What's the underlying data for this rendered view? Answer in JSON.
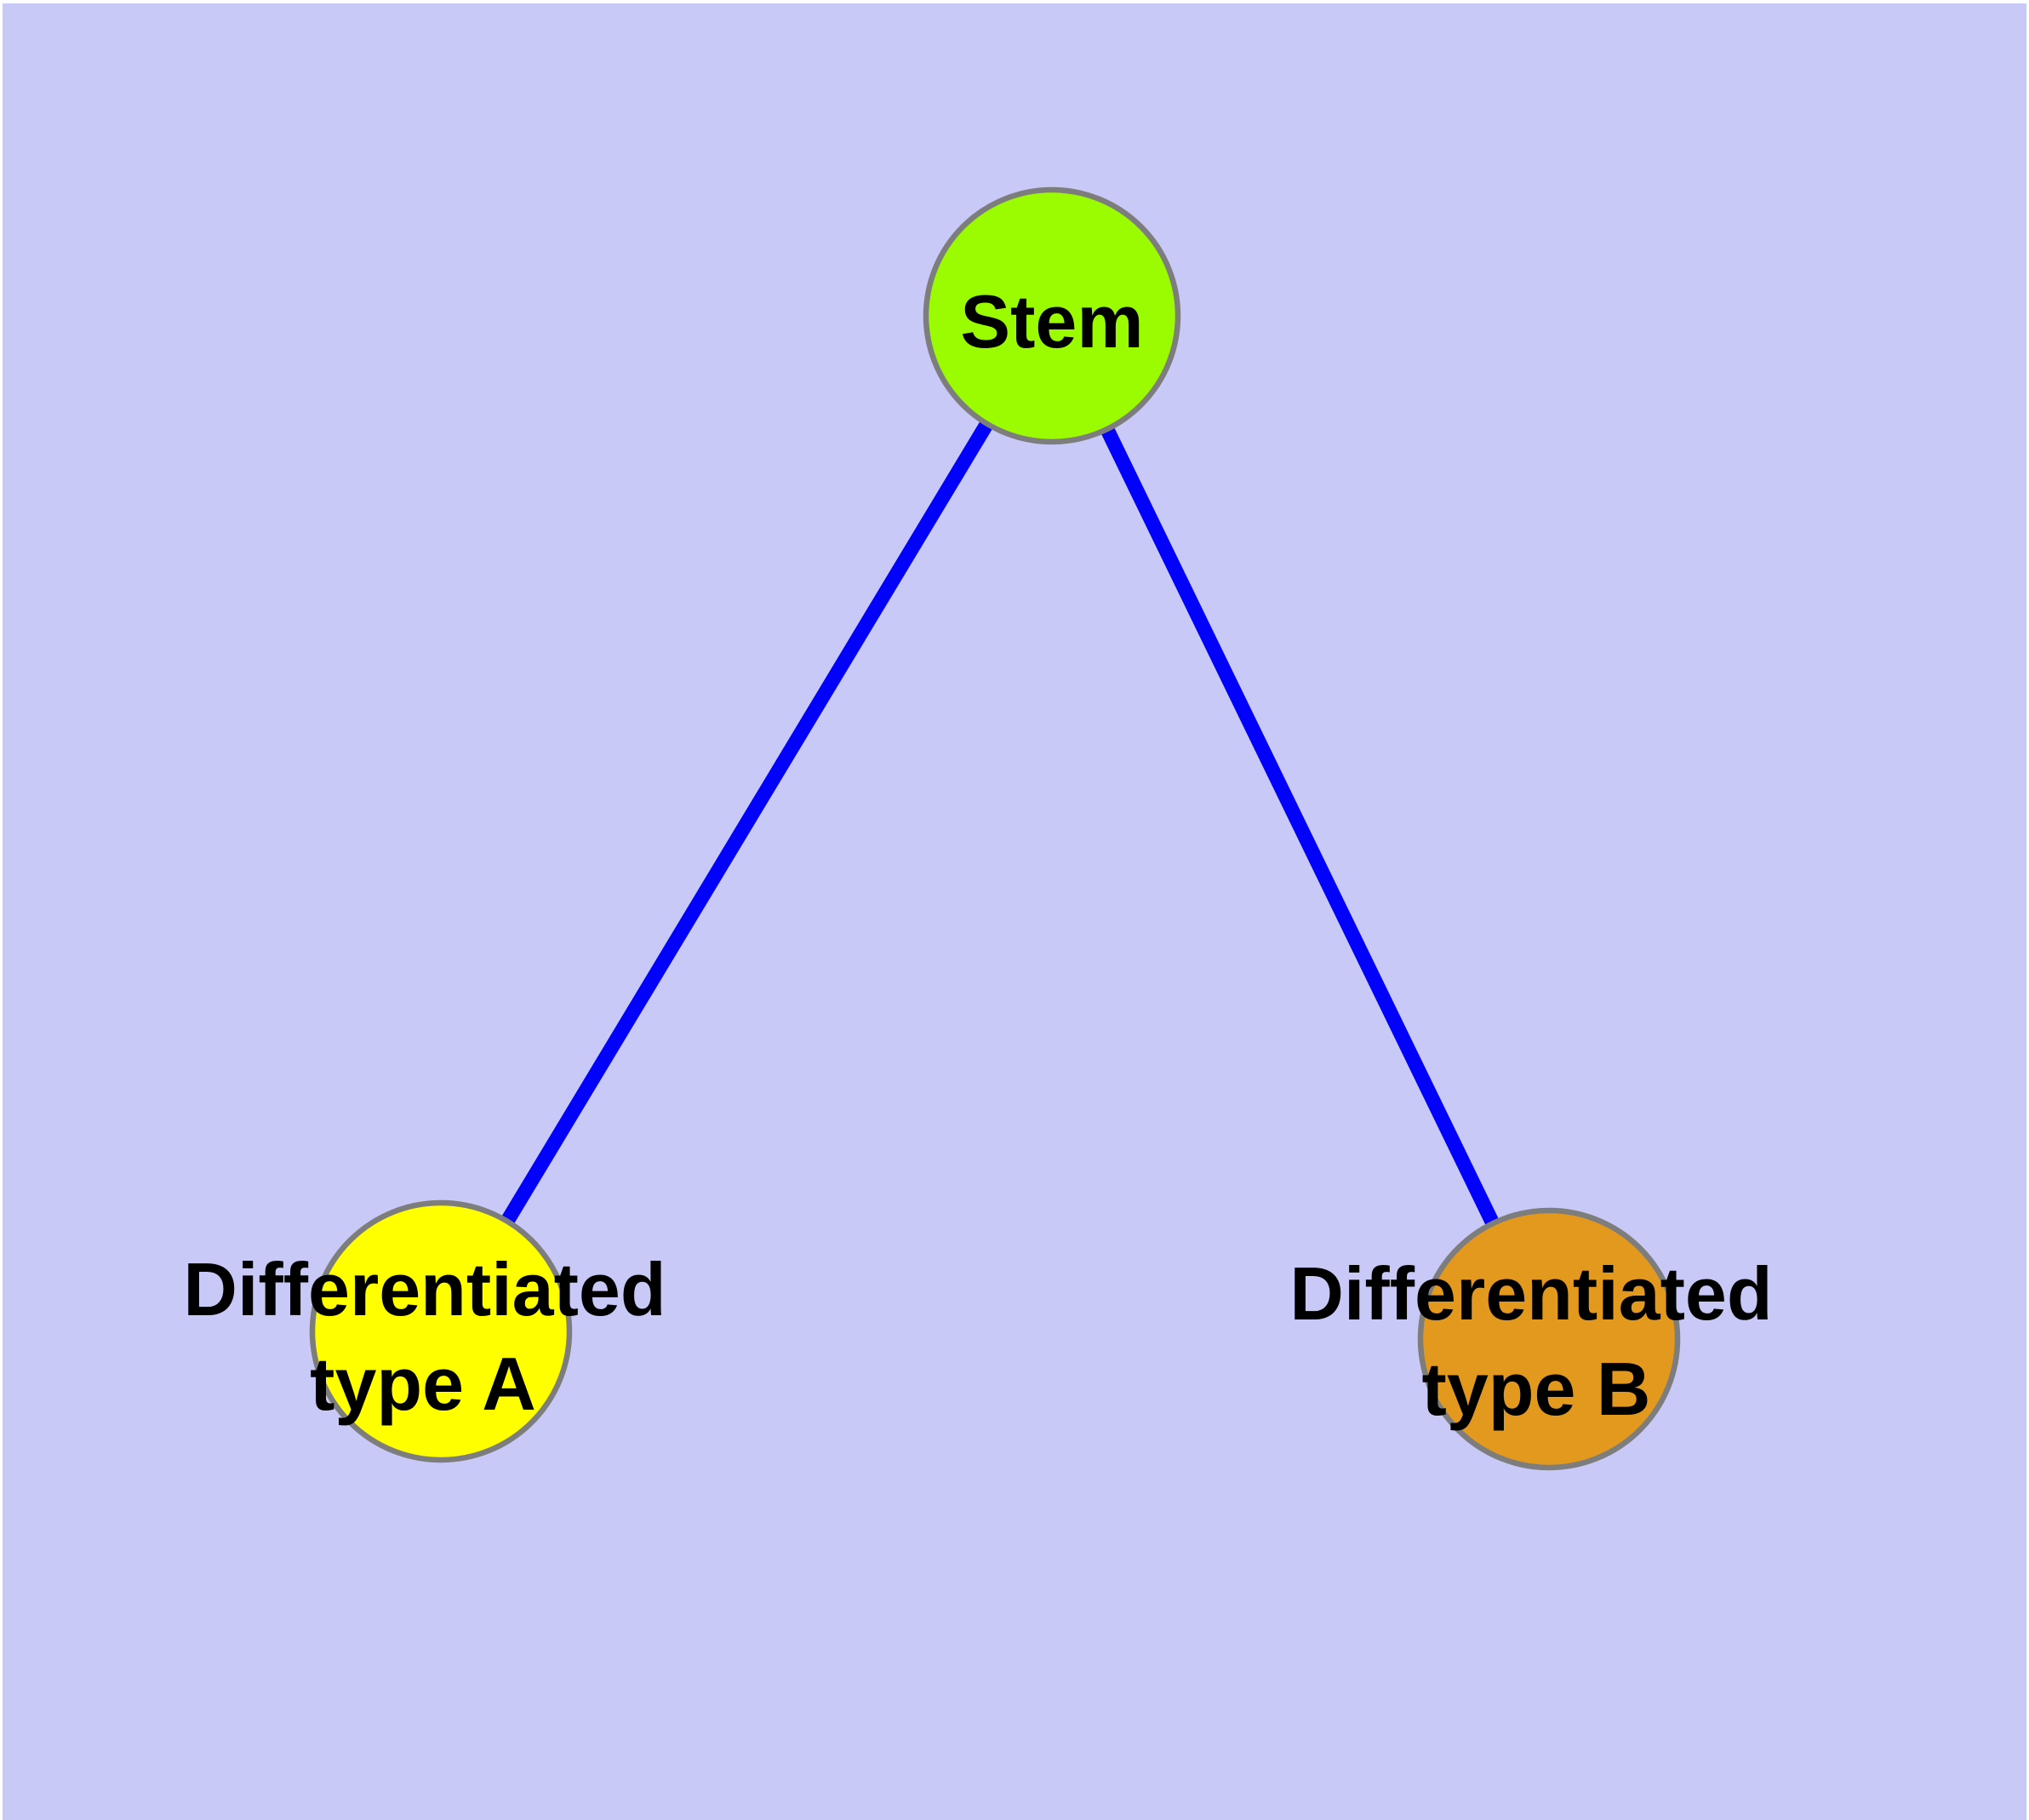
{
  "background": {
    "page_color": "#ffffff",
    "panel_color": "#c9c9f8"
  },
  "diagram": {
    "type": "graph",
    "label_color": "#000000",
    "nodes": [
      {
        "id": "stem",
        "label": "Stem",
        "label_line1": "Stem",
        "label_line2": "",
        "fill": "#9bfb00",
        "border": "#7d7d7d"
      },
      {
        "id": "differentiated-type-a",
        "label": "Differentiated type A",
        "label_line1": "Differentiated",
        "label_line2": "type A",
        "fill": "#ffff00",
        "border": "#7d7d7d"
      },
      {
        "id": "differentiated-type-b",
        "label": "Differentiated type B",
        "label_line1": "Differentiated",
        "label_line2": "type B",
        "fill": "#e3991e",
        "border": "#7d7d7d"
      }
    ],
    "edges": [
      {
        "from": "stem",
        "to": "differentiated-type-a",
        "color": "#0202fb"
      },
      {
        "from": "stem",
        "to": "differentiated-type-b",
        "color": "#0202fb"
      }
    ]
  }
}
